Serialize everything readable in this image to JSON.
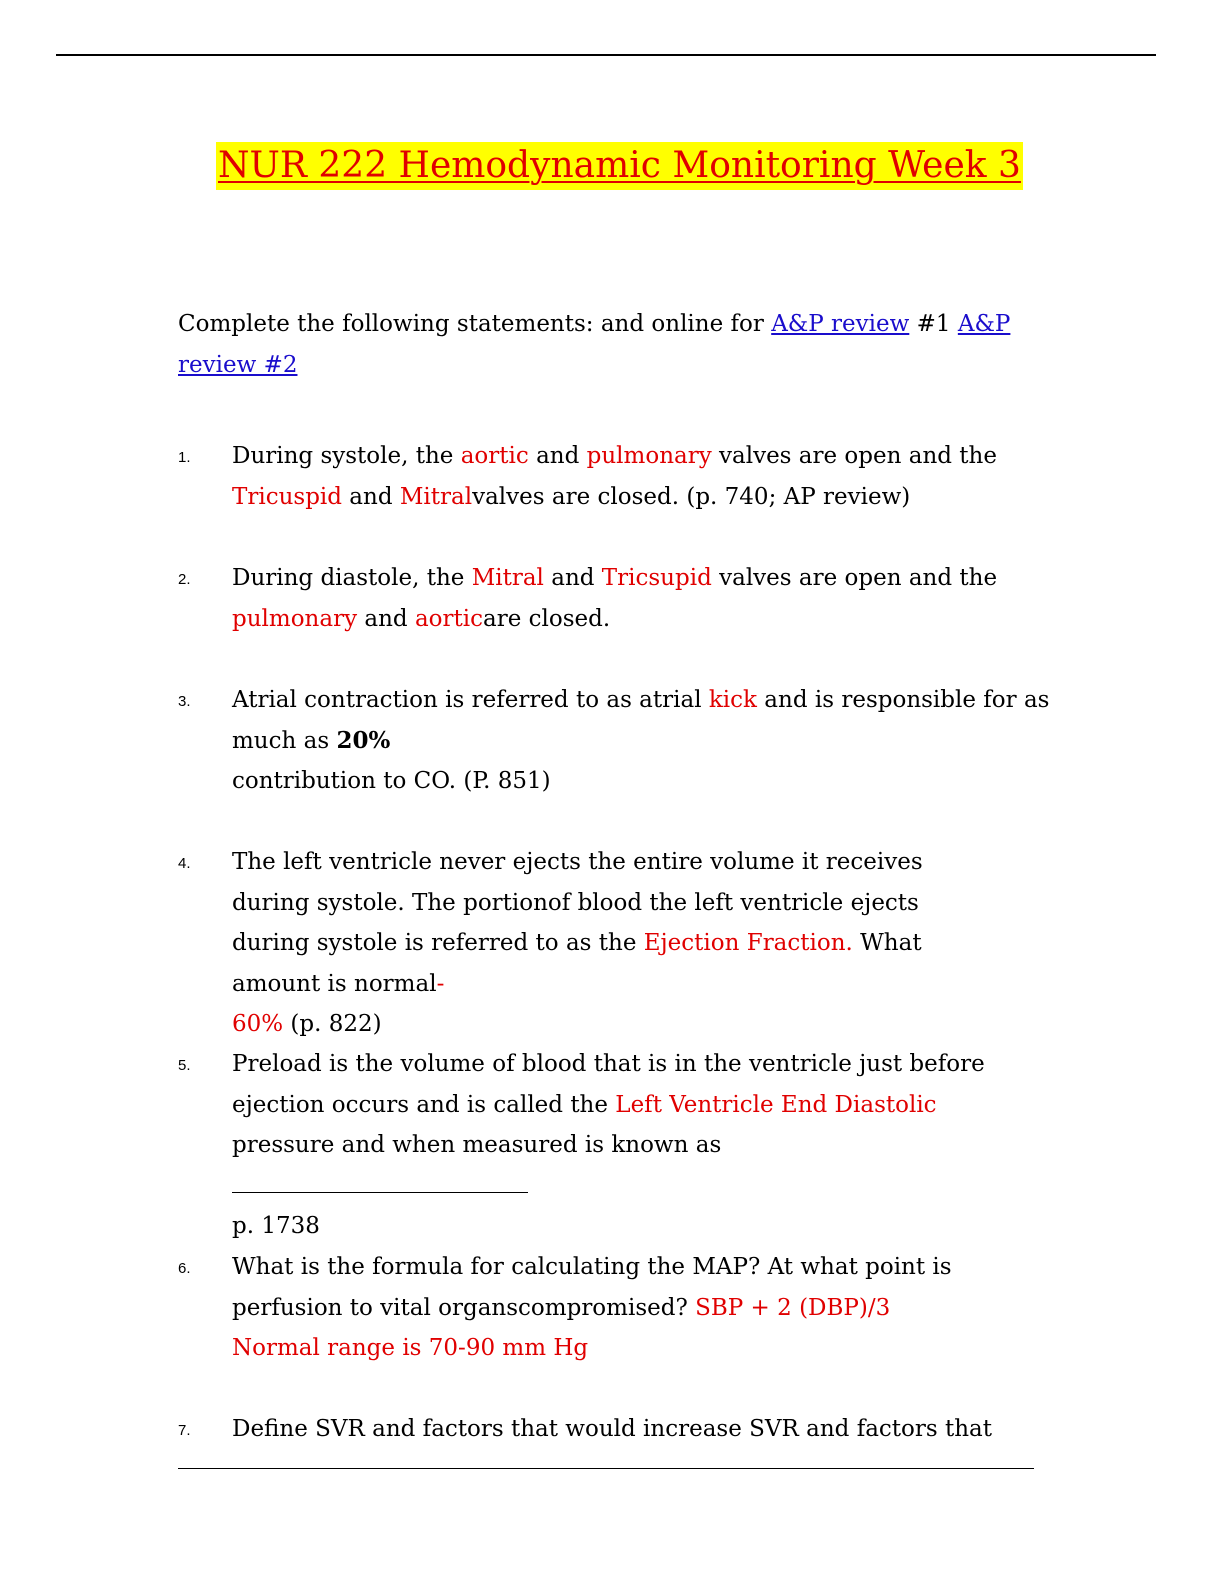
{
  "title": "NUR 222 Hemodynamic Monitoring Week 3",
  "intro": {
    "text": "Complete the following statements: and online for ",
    "link1": "A&P review",
    "mid": " #1 ",
    "link2": "A&P review #2"
  },
  "items": [
    {
      "number": "1.",
      "parts": [
        "During systole, the ",
        "aortic",
        " and ",
        "pulmonary",
        " valves are open and the ",
        "Tricuspid",
        " and ",
        "Mitral",
        "valves are closed. (p. 740; AP review)"
      ]
    },
    {
      "number": "2.",
      "parts": [
        "During diastole, the ",
        "Mitral",
        " and ",
        "Tricsupid",
        " valves are open and the ",
        "pulmonary",
        " and ",
        "aortic",
        "are closed."
      ]
    },
    {
      "number": "3.",
      "parts": [
        "Atrial contraction is referred to as atrial ",
        "kick",
        " and is responsible for as much as ",
        "20%",
        "contribution to CO. (P. 851)"
      ]
    },
    {
      "number": "4.",
      "parts": [
        "The left ventricle never ejects the entire volume it receives during systole.  The portionof blood the left ventricle ejects during systole is referred to as the ",
        "Ejection Fraction.",
        " What amount is normal",
        "-",
        "60%",
        " (p. 822)"
      ]
    },
    {
      "number": "5.",
      "parts": [
        "Preload is the volume of blood that is in the ventricle just before ejection occurs and is called the ",
        "Left Ventricle End Diastolic",
        "pressure and when measured is known as ",
        "p. 1738"
      ]
    },
    {
      "number": "6.",
      "parts": [
        "What is the formula for calculating the MAP? At what point is perfusion to vital organscompromised? ",
        "SBP + 2 (DBP)/3",
        "Normal range is 70-90 mm Hg"
      ]
    },
    {
      "number": "7.",
      "parts": [
        "Define SVR and factors that would increase SVR and factors that"
      ]
    }
  ]
}
